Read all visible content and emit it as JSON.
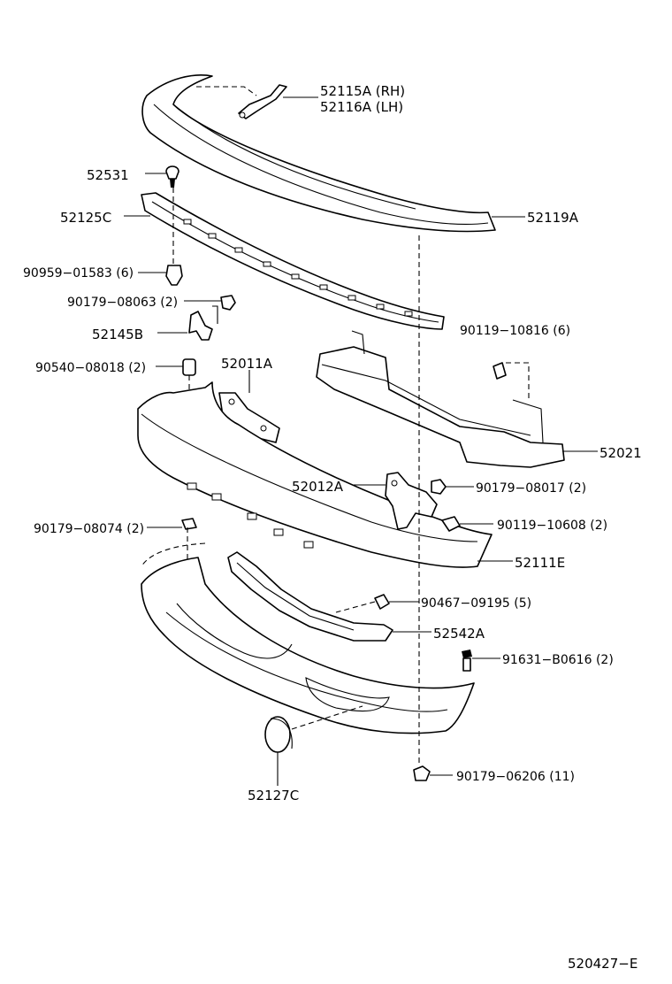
{
  "labels": {
    "p52115A": "52115A (RH)",
    "p52116A": "52116A (LH)",
    "p52531": "52531",
    "p52119A": "52119A",
    "p52125C": "52125C",
    "p90959": "90959−01583 (6)",
    "p90179_08063": "90179−08063 (2)",
    "p90119_10816": "90119−10816 (6)",
    "p52145B": "52145B",
    "p90540": "90540−08018 (2)",
    "p52011A": "52011A",
    "p52021": "52021",
    "p52012A": "52012A",
    "p90179_08017": "90179−08017 (2)",
    "p90179_08074": "90179−08074 (2)",
    "p90119_10608": "90119−10608 (2)",
    "p52111E": "52111E",
    "p90467": "90467−09195 (5)",
    "p52542A": "52542A",
    "p91631": "91631−B0616 (2)",
    "p90179_06206": "90179−06206 (11)",
    "p52127C": "52127C"
  },
  "diagram_id": "520427−E",
  "colors": {
    "line": "#000000",
    "background": "#ffffff"
  }
}
